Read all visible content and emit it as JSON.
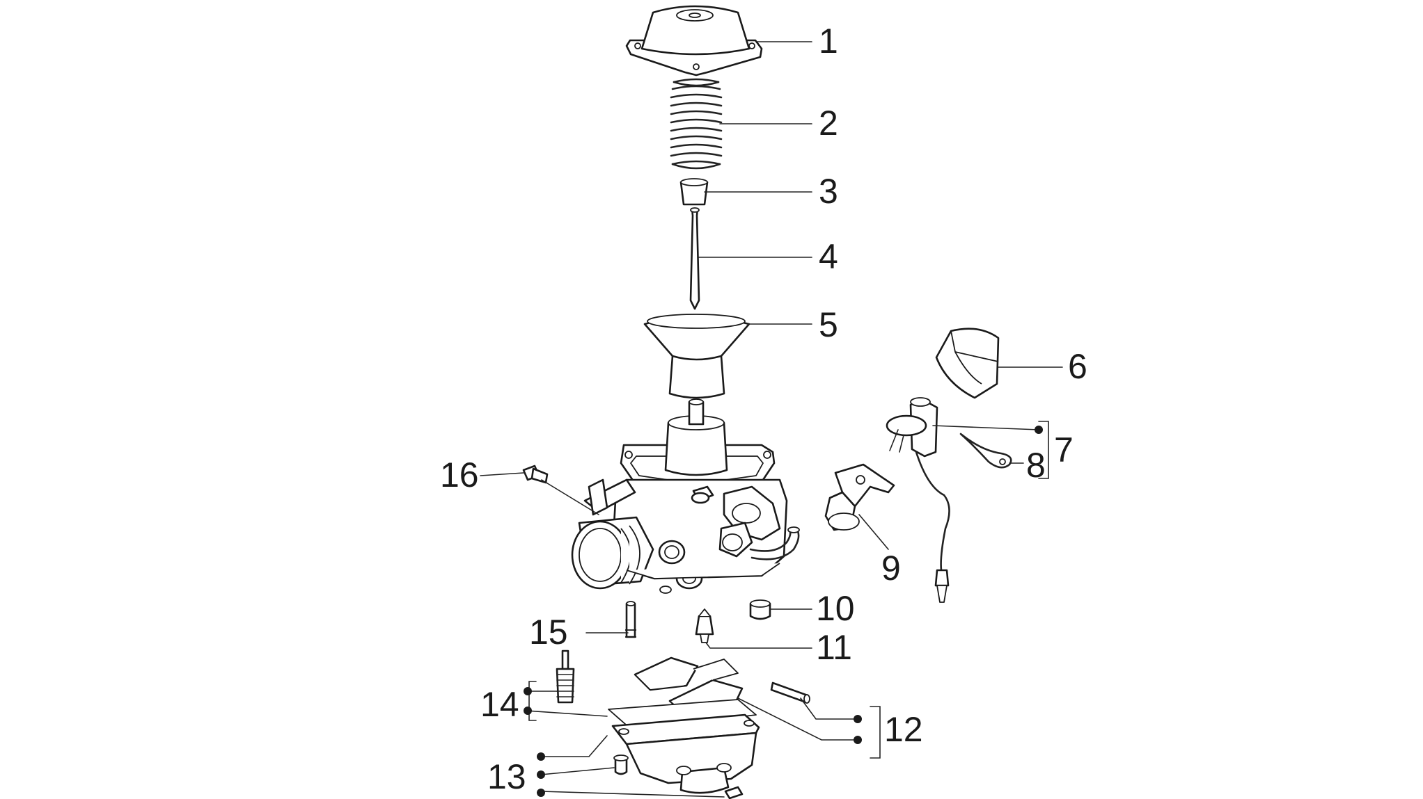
{
  "colors": {
    "background": "#ffffff",
    "ink": "#1a1a1a"
  },
  "callouts": [
    "1",
    "2",
    "3",
    "4",
    "5",
    "6",
    "7",
    "8",
    "9",
    "10",
    "11",
    "12",
    "13",
    "14",
    "15",
    "16"
  ]
}
